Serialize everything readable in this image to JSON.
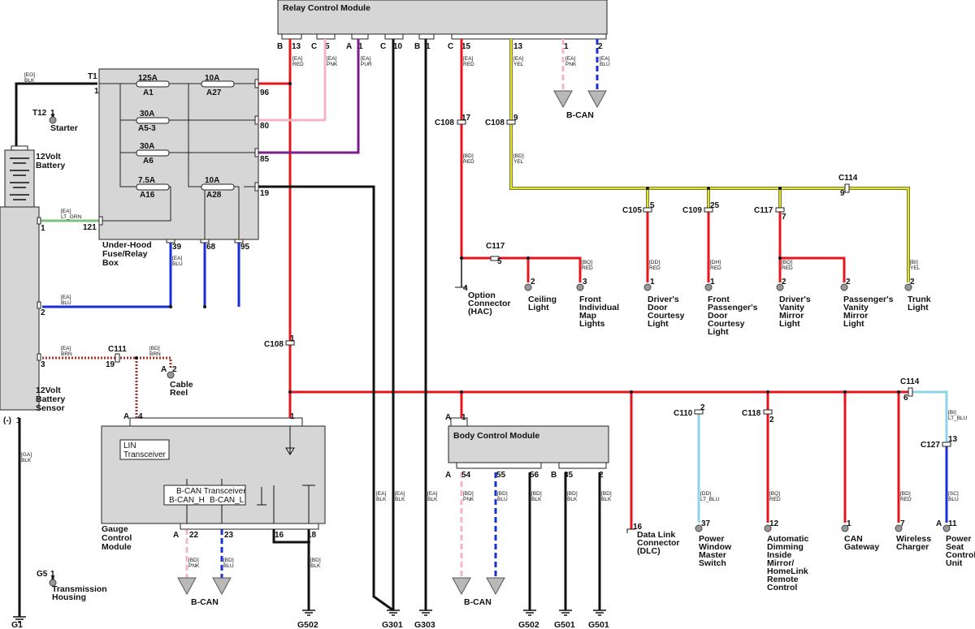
{
  "modules": {
    "relay_control": "Relay Control Module",
    "fuse_box": [
      "Under-Hood",
      "Fuse/Relay",
      "Box"
    ],
    "gauge_control": [
      "Gauge",
      "Control",
      "Module"
    ],
    "body_control": "Body Control Module",
    "lin_transceiver": [
      "LIN",
      "Transceiver"
    ],
    "bcan_transceiver": "B-CAN Transceiver",
    "bcan_h": "B-CAN_H",
    "bcan_l": "B-CAN_L"
  },
  "fuses": [
    {
      "amp": "125A",
      "id": "A1"
    },
    {
      "amp": "10A",
      "id": "A27"
    },
    {
      "amp": "30A",
      "id": "A5-3"
    },
    {
      "amp": "30A",
      "id": "A6"
    },
    {
      "amp": "7.5A",
      "id": "A16"
    },
    {
      "amp": "10A",
      "id": "A28"
    }
  ],
  "components": {
    "starter": "Starter",
    "battery": [
      "12Volt",
      "Battery"
    ],
    "battery_sensor": [
      "12Volt",
      "Battery",
      "Sensor"
    ],
    "cable_reel": [
      "Cable",
      "Reel"
    ],
    "transmission": [
      "Transmission",
      "Housing"
    ],
    "option_connector": [
      "Option",
      "Connector",
      "(HAC)"
    ],
    "ceiling_light": [
      "Ceiling",
      "Light"
    ],
    "map_lights": [
      "Front",
      "Individual",
      "Map",
      "Lights"
    ],
    "driver_door": [
      "Driver's",
      "Door",
      "Courtesy",
      "Light"
    ],
    "pass_door": [
      "Front",
      "Passenger's",
      "Door",
      "Courtesy",
      "Light"
    ],
    "driver_vanity": [
      "Driver's",
      "Vanity",
      "Mirror",
      "Light"
    ],
    "pass_vanity": [
      "Passenger's",
      "Vanity",
      "Mirror",
      "Light"
    ],
    "trunk_light": [
      "Trunk",
      "Light"
    ],
    "dlc": [
      "Data Link",
      "Connector",
      "(DLC)"
    ],
    "power_window": [
      "Power",
      "Window",
      "Master",
      "Switch"
    ],
    "auto_dimming": [
      "Automatic",
      "Dimming",
      "Inside",
      "Mirror/",
      "HomeLink",
      "Remote",
      "Control"
    ],
    "can_gateway": [
      "CAN",
      "Gateway"
    ],
    "wireless_charger": [
      "Wireless",
      "Charger"
    ],
    "power_seat": [
      "Power",
      "Seat",
      "Control",
      "Unit"
    ],
    "bcan": "B-CAN"
  },
  "grounds": [
    "G1",
    "G502",
    "G301",
    "G303",
    "G502",
    "G501",
    "G501"
  ],
  "connectors": {
    "c108": "C108",
    "c117": "C117",
    "c105": "C105",
    "c109": "C109",
    "c114": "C114",
    "c111": "C111",
    "c110": "C110",
    "c118": "C118",
    "c127": "C127",
    "t1": "T1",
    "t12": "T12",
    "g5": "G5"
  },
  "wire_codes": {
    "eo_blk": [
      "[EO]",
      "BLK"
    ],
    "ea_red": [
      "[EA]",
      "RED"
    ],
    "ea_pnk": [
      "[EA]",
      "PNK"
    ],
    "ea_pur": [
      "[EA]",
      "PUR"
    ],
    "ea_yel": [
      "[EA]",
      "YEL"
    ],
    "ea_blu": [
      "[EA]",
      "BLU"
    ],
    "ea_ltgrn": [
      "[EA]",
      "LT_GRN"
    ],
    "ea_brn": [
      "[EA]",
      "BRN"
    ],
    "ea_blk": [
      "[EA]",
      "BLK"
    ],
    "bd_red": [
      "[BD]",
      "RED"
    ],
    "bd_yel": [
      "[BD]",
      "YEL"
    ],
    "bd_brn": [
      "[BD]",
      "BRN"
    ],
    "bd_pnk": [
      "[BD]",
      "PNK"
    ],
    "bd_blu": [
      "[BD]",
      "BLU"
    ],
    "bd_blk": [
      "[BD]",
      "BLK"
    ],
    "bq_red": [
      "[BQ]",
      "RED"
    ],
    "dd_red": [
      "[DD]",
      "RED"
    ],
    "dh_red": [
      "[DH]",
      "RED"
    ],
    "bi_yel": [
      "[BI]",
      "YEL"
    ],
    "bi_ltblu": [
      "[BI]",
      "LT_BLU"
    ],
    "dd_ltblu": [
      "[DD]",
      "LT_BLU"
    ],
    "sc_blu": [
      "[SC]",
      "BLU"
    ],
    "ga_blk": [
      "[GA]",
      "BLK"
    ]
  },
  "colors": {
    "red": "#e8141c",
    "black": "#111111",
    "blue": "#1a2fd4",
    "yellow": "#e6e61e",
    "pink": "#f5b5c8",
    "purple": "#7a1f8a",
    "ltblue": "#8fd3e8",
    "ltgreen": "#7ac47a",
    "brown": "#a0322a"
  }
}
